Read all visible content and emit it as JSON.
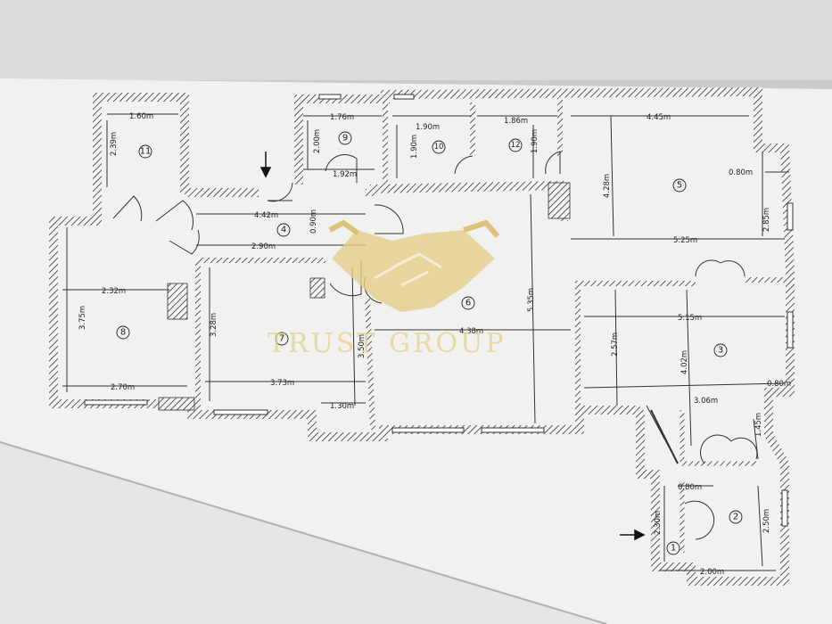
{
  "watermark": {
    "text": "TRUST GROUP",
    "icon": "handshake-icon",
    "color": "#d9b860"
  },
  "colors": {
    "wall": "#555555",
    "hatch": "#333333",
    "paper": "#f4f4f2",
    "shadow": "#9c9fa0"
  },
  "rooms": [
    {
      "id": "1",
      "label": "1"
    },
    {
      "id": "2",
      "label": "2"
    },
    {
      "id": "3",
      "label": "3"
    },
    {
      "id": "4",
      "label": "4"
    },
    {
      "id": "5",
      "label": "5"
    },
    {
      "id": "6",
      "label": "6"
    },
    {
      "id": "7",
      "label": "7"
    },
    {
      "id": "8",
      "label": "8"
    },
    {
      "id": "9",
      "label": "9"
    },
    {
      "id": "10",
      "label": "10"
    },
    {
      "id": "11",
      "label": "11"
    },
    {
      "id": "12",
      "label": "12"
    }
  ],
  "dimensions": {
    "r11_w": "1.60m",
    "r11_h": "2.39m",
    "r9_w": "1.76m",
    "r9_h": "2.00m",
    "r9_w2": "1.92m",
    "r10_w": "1.90m",
    "r10_h": "1.90m",
    "r12_w": "1.86m",
    "r12_h": "1.90m",
    "r5_w": "4.45m",
    "r5_h": "4.28m",
    "r5_b": "0.80m",
    "r5_w2": "5.25m",
    "r5_h2": "2.85m",
    "r4_w": "4.42m",
    "r4_h": "0.90m",
    "r4_w2": "2.90m",
    "r8_w": "2.32m",
    "r8_h": "3.75m",
    "r8_w2": "2.70m",
    "r7_h": "3.28m",
    "r7_w": "3.73m",
    "r7_h2": "3.50m",
    "r7_w2": "1.30m",
    "r6_w": "4.38m",
    "r6_h": "5.35m",
    "r3_w": "5.15m",
    "r3_h": "2.57m",
    "r3_h2": "4.02m",
    "r3_w2": "3.06m",
    "r3_b": "0.80m",
    "r2_h": "1.45m",
    "r2_h2": "2.50m",
    "r2_w": "2.00m",
    "r1_w": "0.80m",
    "r1_h": "2.30m"
  },
  "entrance_arrows": [
    "arrow-down-icon",
    "arrow-right-icon"
  ]
}
